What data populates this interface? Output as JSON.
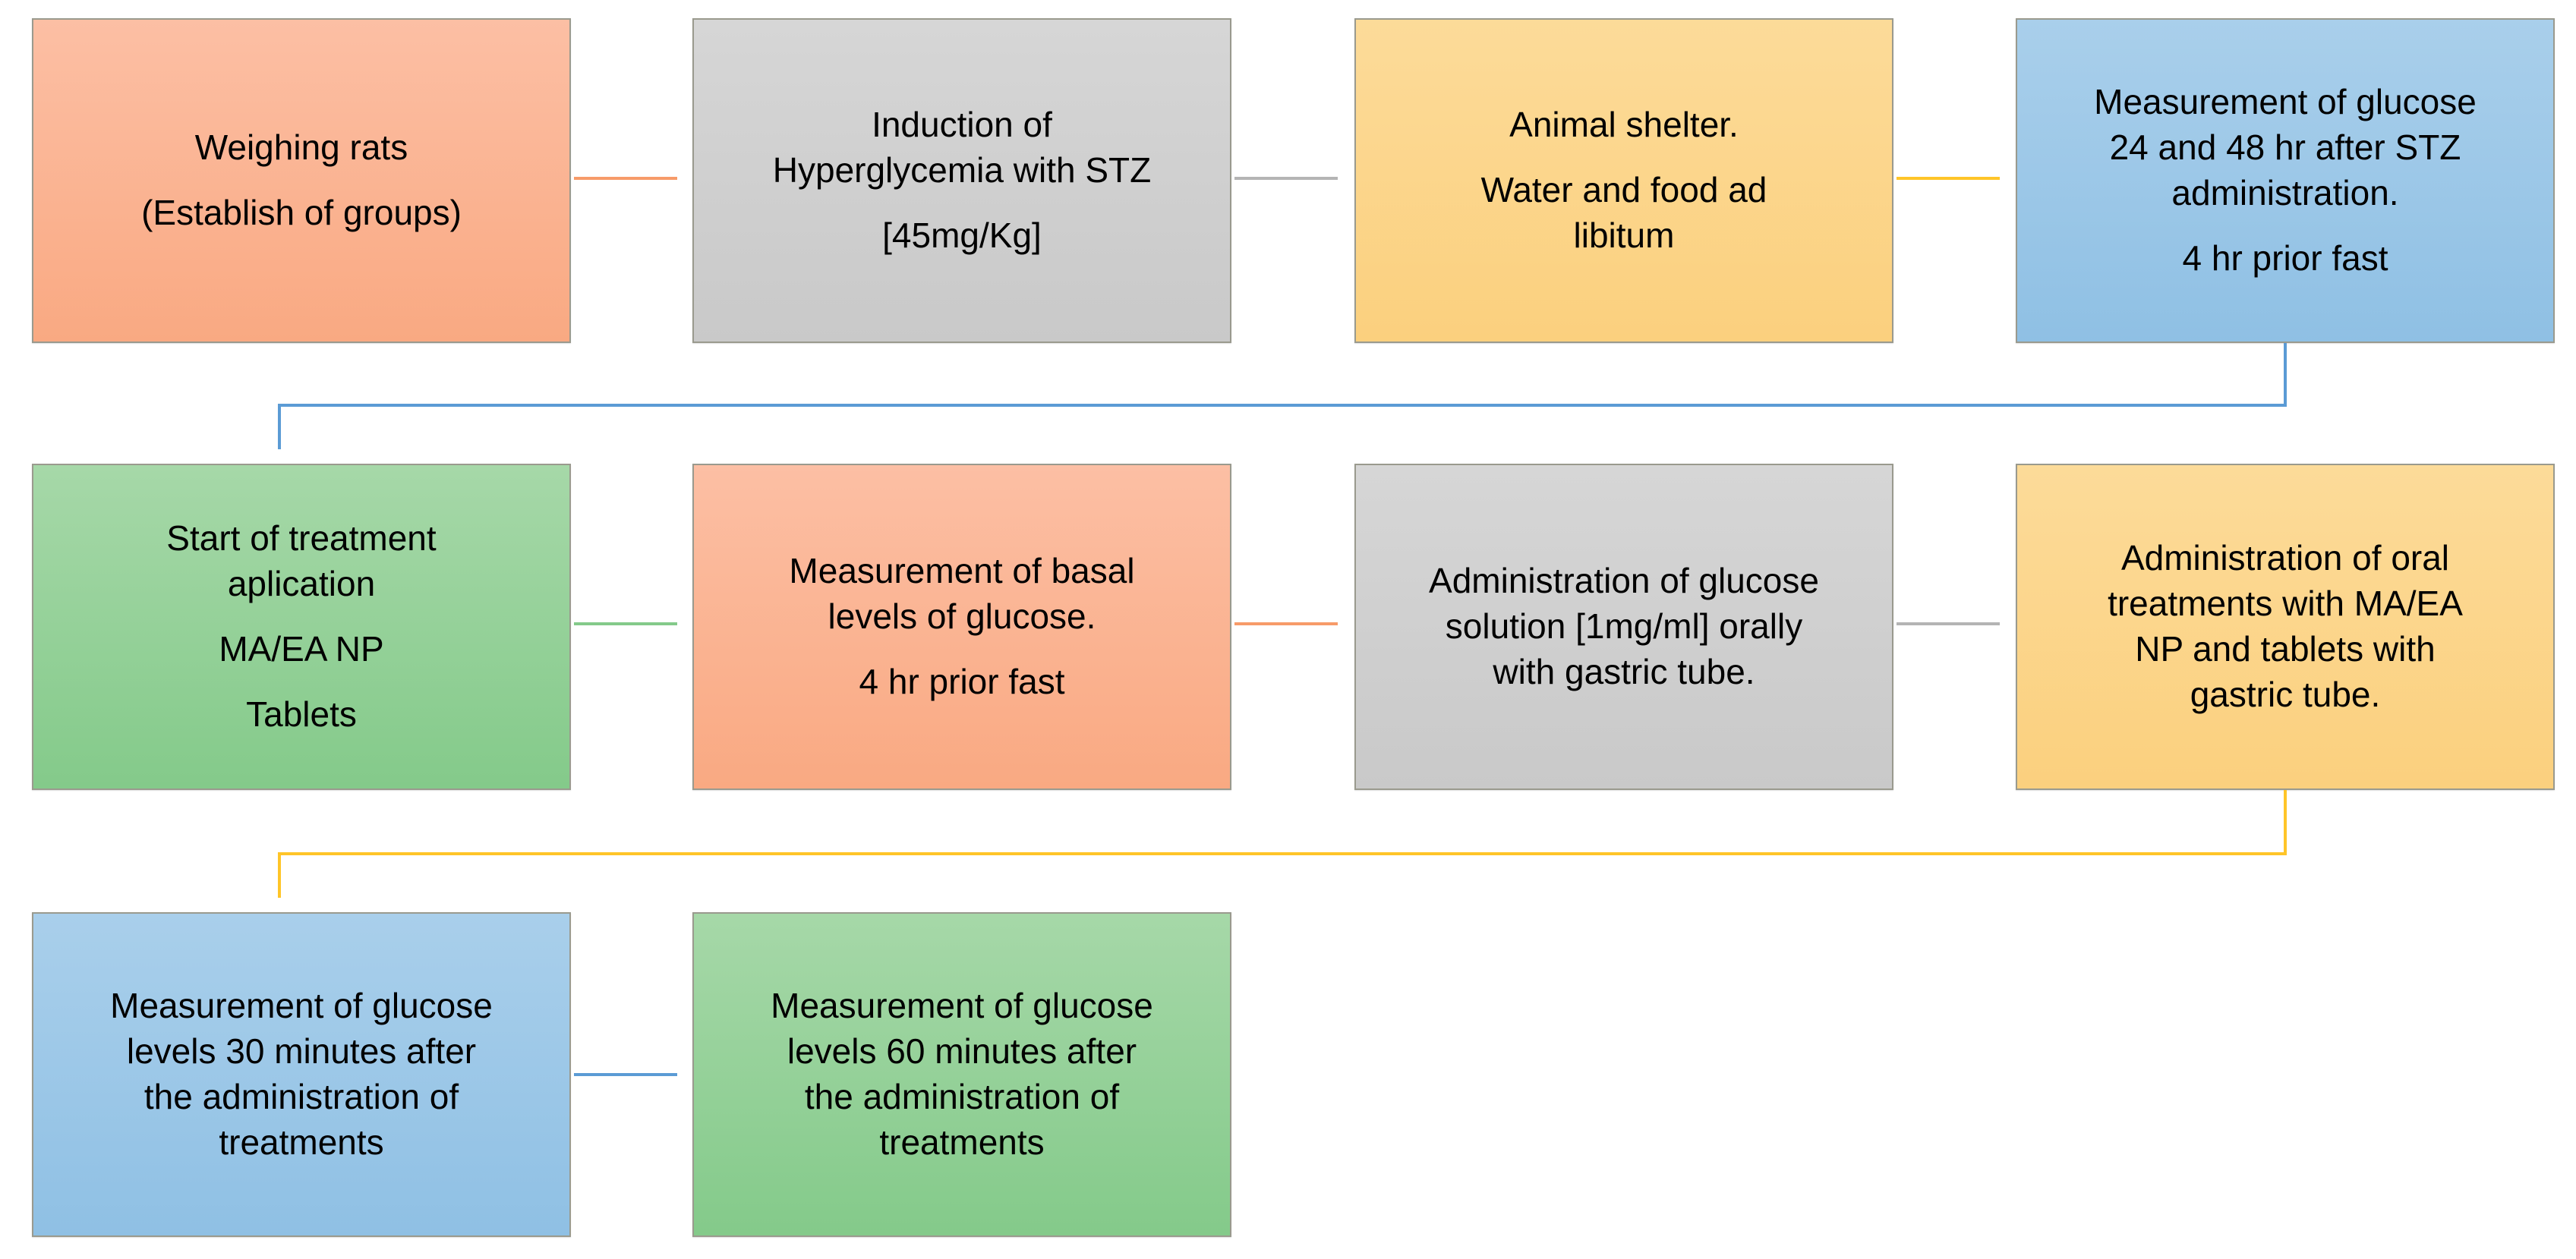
{
  "diagram": {
    "title": "Experimental protocol flowchart",
    "type": "flowchart",
    "background": "#ffffff",
    "colors": {
      "salmon": "#f9a982",
      "grey": "#c9c9c9",
      "yellow": "#fbd07e",
      "blue": "#8fc0e4",
      "green": "#84ca8a",
      "border": "#9a9a8e",
      "connector_orange": "#f79b69",
      "connector_grey": "#b4b4b4",
      "connector_yellow": "#ffc528",
      "connector_blue": "#5b9bd5",
      "connector_green": "#84ca8a"
    },
    "nodes": [
      {
        "id": "n1",
        "fill": "salmon",
        "line1": "Weighing rats",
        "line2": "(Establish of groups)",
        "line3": ""
      },
      {
        "id": "n2",
        "fill": "grey",
        "line1": "Induction of\nHyperglycemia with STZ",
        "line2": "[45mg/Kg]",
        "line3": ""
      },
      {
        "id": "n3",
        "fill": "yellow",
        "line1": "Animal shelter.",
        "line2": "Water and food ad\nlibitum",
        "line3": ""
      },
      {
        "id": "n4",
        "fill": "blue",
        "line1": "Measurement of glucose\n24 and 48 hr after STZ\nadministration.",
        "line2": "4 hr prior fast",
        "line3": ""
      },
      {
        "id": "n5",
        "fill": "green",
        "line1": "Start of treatment\naplication",
        "line2": "MA/EA NP",
        "line3": "Tablets"
      },
      {
        "id": "n6",
        "fill": "salmon",
        "line1": "Measurement of basal\nlevels of glucose.",
        "line2": "4 hr prior fast",
        "line3": ""
      },
      {
        "id": "n7",
        "fill": "grey",
        "line1": "Administration of glucose\nsolution [1mg/ml] orally\nwith gastric tube.",
        "line2": "",
        "line3": ""
      },
      {
        "id": "n8",
        "fill": "yellow",
        "line1": "Administration of oral\ntreatments with MA/EA\nNP and tablets with\ngastric tube.",
        "line2": "",
        "line3": ""
      },
      {
        "id": "n9",
        "fill": "blue",
        "line1": "Measurement of glucose\nlevels 30 minutes after\nthe administration of\ntreatments",
        "line2": "",
        "line3": ""
      },
      {
        "id": "n10",
        "fill": "green",
        "line1": "Measurement of glucose\nlevels 60 minutes after\nthe administration of\ntreatments",
        "line2": "",
        "line3": ""
      }
    ],
    "connectors": [
      {
        "id": "c1",
        "from": "n1",
        "to": "n2",
        "color": "connector_orange",
        "shape": "horizontal-arrow"
      },
      {
        "id": "c2",
        "from": "n2",
        "to": "n3",
        "color": "connector_grey",
        "shape": "horizontal-arrow"
      },
      {
        "id": "c3",
        "from": "n3",
        "to": "n4",
        "color": "connector_yellow",
        "shape": "horizontal-arrow"
      },
      {
        "id": "c4",
        "from": "n4",
        "to": "n5",
        "color": "connector_blue",
        "shape": "elbow-down-left"
      },
      {
        "id": "c5",
        "from": "n5",
        "to": "n6",
        "color": "connector_green",
        "shape": "horizontal-arrow"
      },
      {
        "id": "c6",
        "from": "n6",
        "to": "n7",
        "color": "connector_orange",
        "shape": "horizontal-arrow"
      },
      {
        "id": "c7",
        "from": "n7",
        "to": "n8",
        "color": "connector_grey",
        "shape": "horizontal-arrow"
      },
      {
        "id": "c8",
        "from": "n8",
        "to": "n9",
        "color": "connector_yellow",
        "shape": "elbow-down-left"
      },
      {
        "id": "c9",
        "from": "n9",
        "to": "n10",
        "color": "connector_blue",
        "shape": "horizontal-arrow"
      }
    ]
  }
}
